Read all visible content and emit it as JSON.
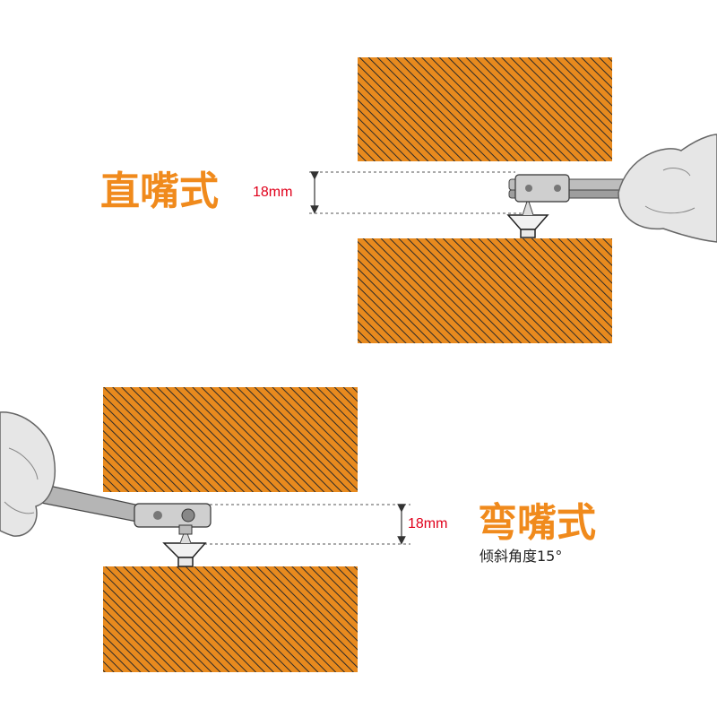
{
  "straight": {
    "title": "直嘴式",
    "dimension": "18mm"
  },
  "bent": {
    "title": "弯嘴式",
    "dimension": "18mm",
    "angle_note": "倾斜角度15°"
  },
  "colors": {
    "title": "#f08a1c",
    "dimension_text": "#e0001b",
    "board_fill": "#e88a1e",
    "board_hatch": "#222222",
    "guide_line": "#555555"
  }
}
